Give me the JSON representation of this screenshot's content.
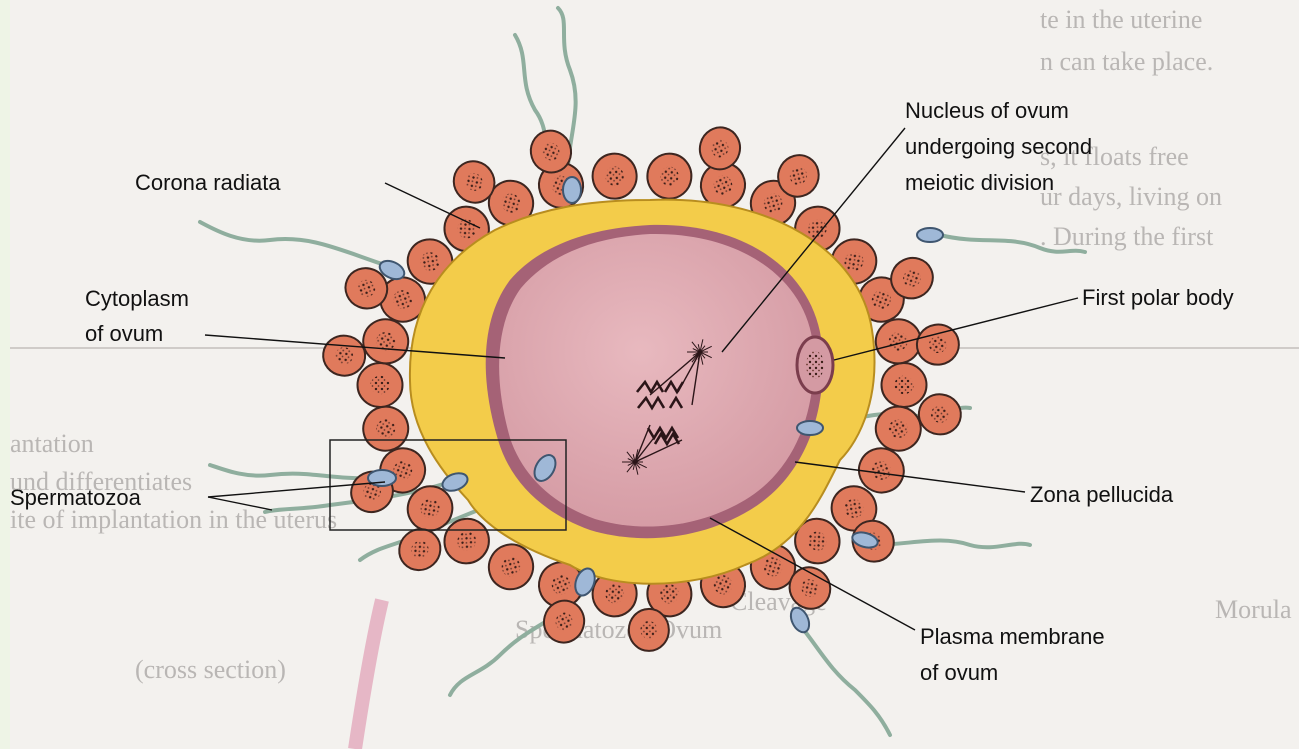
{
  "labels": {
    "corona_radiata": "Corona radiata",
    "nucleus_line1": "Nucleus of ovum",
    "nucleus_line2": "undergoing second",
    "nucleus_line3": "meiotic division",
    "cytoplasm_line1": "Cytoplasm",
    "cytoplasm_line2": "of ovum",
    "first_polar_body": "First polar body",
    "spermatozoa": "Spermatozoa",
    "zona_pellucida": "Zona pellucida",
    "plasma_line1": "Plasma membrane",
    "plasma_line2": "of ovum"
  },
  "background_text": [
    "te in the uterine",
    "n can take place.",
    "s, it floats free",
    "ur days, living on",
    ". During the first",
    "antation",
    "und differentiates",
    "ite of implantation in the uterus",
    "Morula",
    "Cleavage",
    "Spermatozoa  Ovum",
    "(cross section)"
  ],
  "colors": {
    "cell_fill": "#e07a5c",
    "cell_nucleus": "#5a2f27",
    "zona": "#f3cc4a",
    "ovum": "#dba6ad",
    "membrane": "#a56276",
    "sperm_head": "#9fb8d7",
    "sperm_tail": "#8fae9e"
  }
}
